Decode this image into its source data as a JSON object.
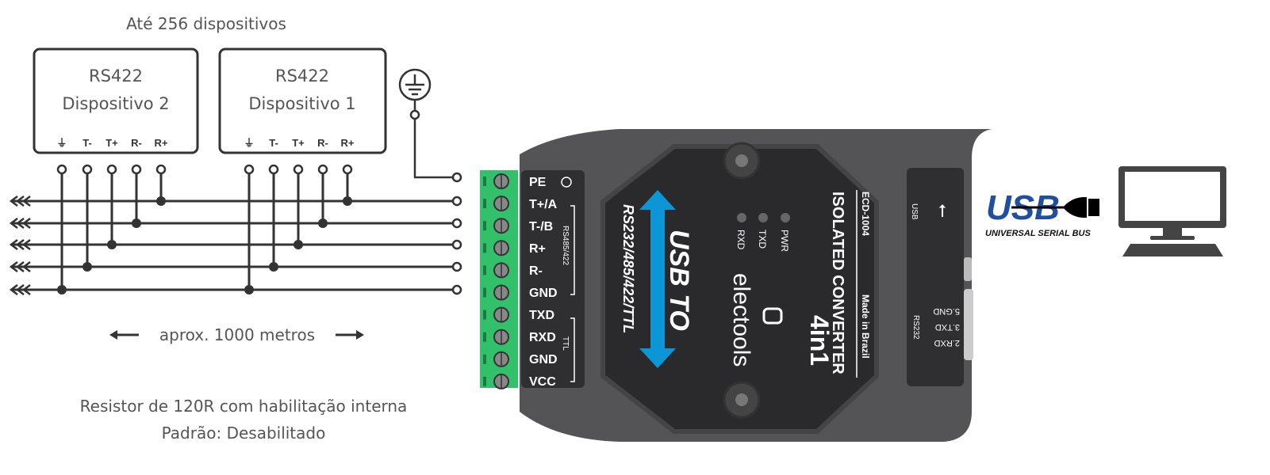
{
  "header": {
    "title": "Até 256 dispositivos"
  },
  "devices": [
    {
      "protocol": "RS422",
      "name": "Dispositivo 2",
      "pins": [
        "⏚",
        "T-",
        "T+",
        "R-",
        "R+"
      ]
    },
    {
      "protocol": "RS422",
      "name": "Dispositivo 1",
      "pins": [
        "⏚",
        "T-",
        "T+",
        "R-",
        "R+"
      ]
    }
  ],
  "distance": {
    "label": "aprox. 1000 metros"
  },
  "footer": {
    "line1": "Resistor de 120R com habilitação interna",
    "line2": "Padrão: Desabilitado"
  },
  "converter": {
    "terminals": [
      "PE",
      "T+/A",
      "T-/B",
      "R+",
      "R-",
      "GND",
      "TXD",
      "RXD",
      "GND",
      "VCC"
    ],
    "group_rs": "RS485/422",
    "group_ttl": "TTL",
    "title": "USB TO",
    "subtitle": "RS232/485/422/TTL",
    "leds": [
      "RXD",
      "TXD",
      "PWR"
    ],
    "brand": "electools",
    "model": "ECD-1004",
    "product": "ISOLATED CONVERTER",
    "variant": "4in1",
    "origin": "Made in Brazil",
    "usb_label": "USB",
    "rs232_label": "RS232",
    "rs232_pins": [
      "5.GND",
      "3.TXD",
      "2.RXD"
    ]
  },
  "usb_logo": {
    "text": "USB",
    "tagline": "UNIVERSAL SERIAL BUS"
  },
  "colors": {
    "terminal_green": "#33c06a",
    "body": "#545456",
    "panel": "#2f2f31",
    "accent_blue": "#0d96d6",
    "usb_blue": "#1f4fa0"
  }
}
